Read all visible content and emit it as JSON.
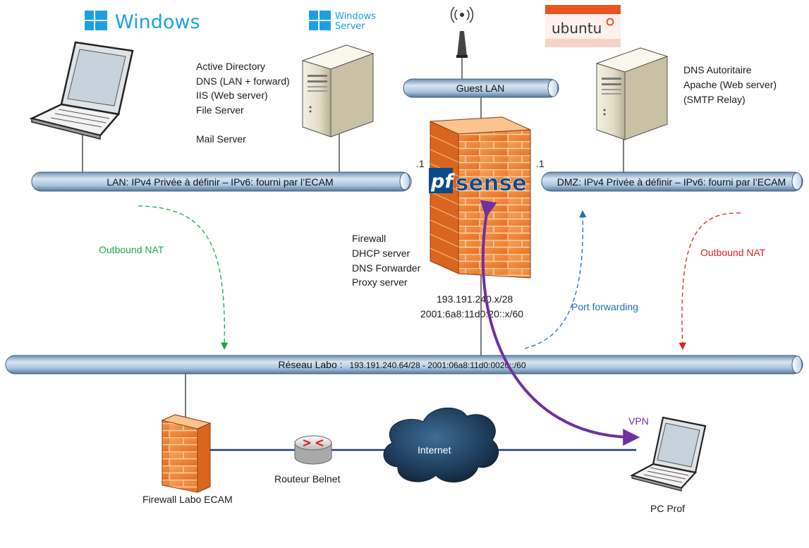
{
  "logos": {
    "windows": "Windows",
    "windows_server_line1": "Windows",
    "windows_server_line2": "Server",
    "ubuntu": "ubuntu",
    "pfsense_pf": "pf",
    "pfsense_sense": "sense"
  },
  "ad_server": {
    "lines": [
      "Active Directory",
      "DNS (LAN + forward)",
      "IIS (Web server)",
      "File Server",
      "",
      "Mail Server"
    ]
  },
  "dmz_server": {
    "lines": [
      "DNS Autoritaire",
      "Apache (Web server)",
      "(SMTP Relay)"
    ]
  },
  "pipes": {
    "guest": "Guest LAN",
    "lan": "LAN: IPv4 Privée à définir – IPv6: fourni par l’ECAM",
    "dmz": "DMZ: IPv4 Privée à définir – IPv6: fourni par l’ECAM",
    "labo_name": "Réseau Labo :",
    "labo_addr": "193.191.240.64/28 - 2001:06a8:11d0:0020::/60"
  },
  "firewall": {
    "left_if": ".1",
    "right_if": ".1",
    "services": [
      "Firewall",
      "DHCP server",
      "DNS Forwarder",
      "Proxy server"
    ],
    "wan_ipv4": "193.191.240.x/28",
    "wan_ipv6": "2001:6a8:11d0:20::x/60"
  },
  "flows": {
    "outbound_nat_left": "Outbound NAT",
    "outbound_nat_right": "Outbound NAT",
    "port_forwarding": "Port forwarding",
    "vpn": "VPN"
  },
  "bottom": {
    "firewall_labo": "Firewall Labo ECAM",
    "router": "Routeur Belnet",
    "internet": "Internet",
    "pc_prof": "PC Prof"
  },
  "colors": {
    "pipe_fill": "#a9c4dc",
    "brick": "#f08a3c",
    "windows_blue": "#1ba1e2",
    "ubuntu_orange": "#e95420",
    "nat_green": "#1aa84a",
    "nat_red": "#e02020",
    "port_fwd_blue": "#1f6fbf",
    "vpn_purple": "#7030a0",
    "wan_link": "#1f3b6e"
  }
}
